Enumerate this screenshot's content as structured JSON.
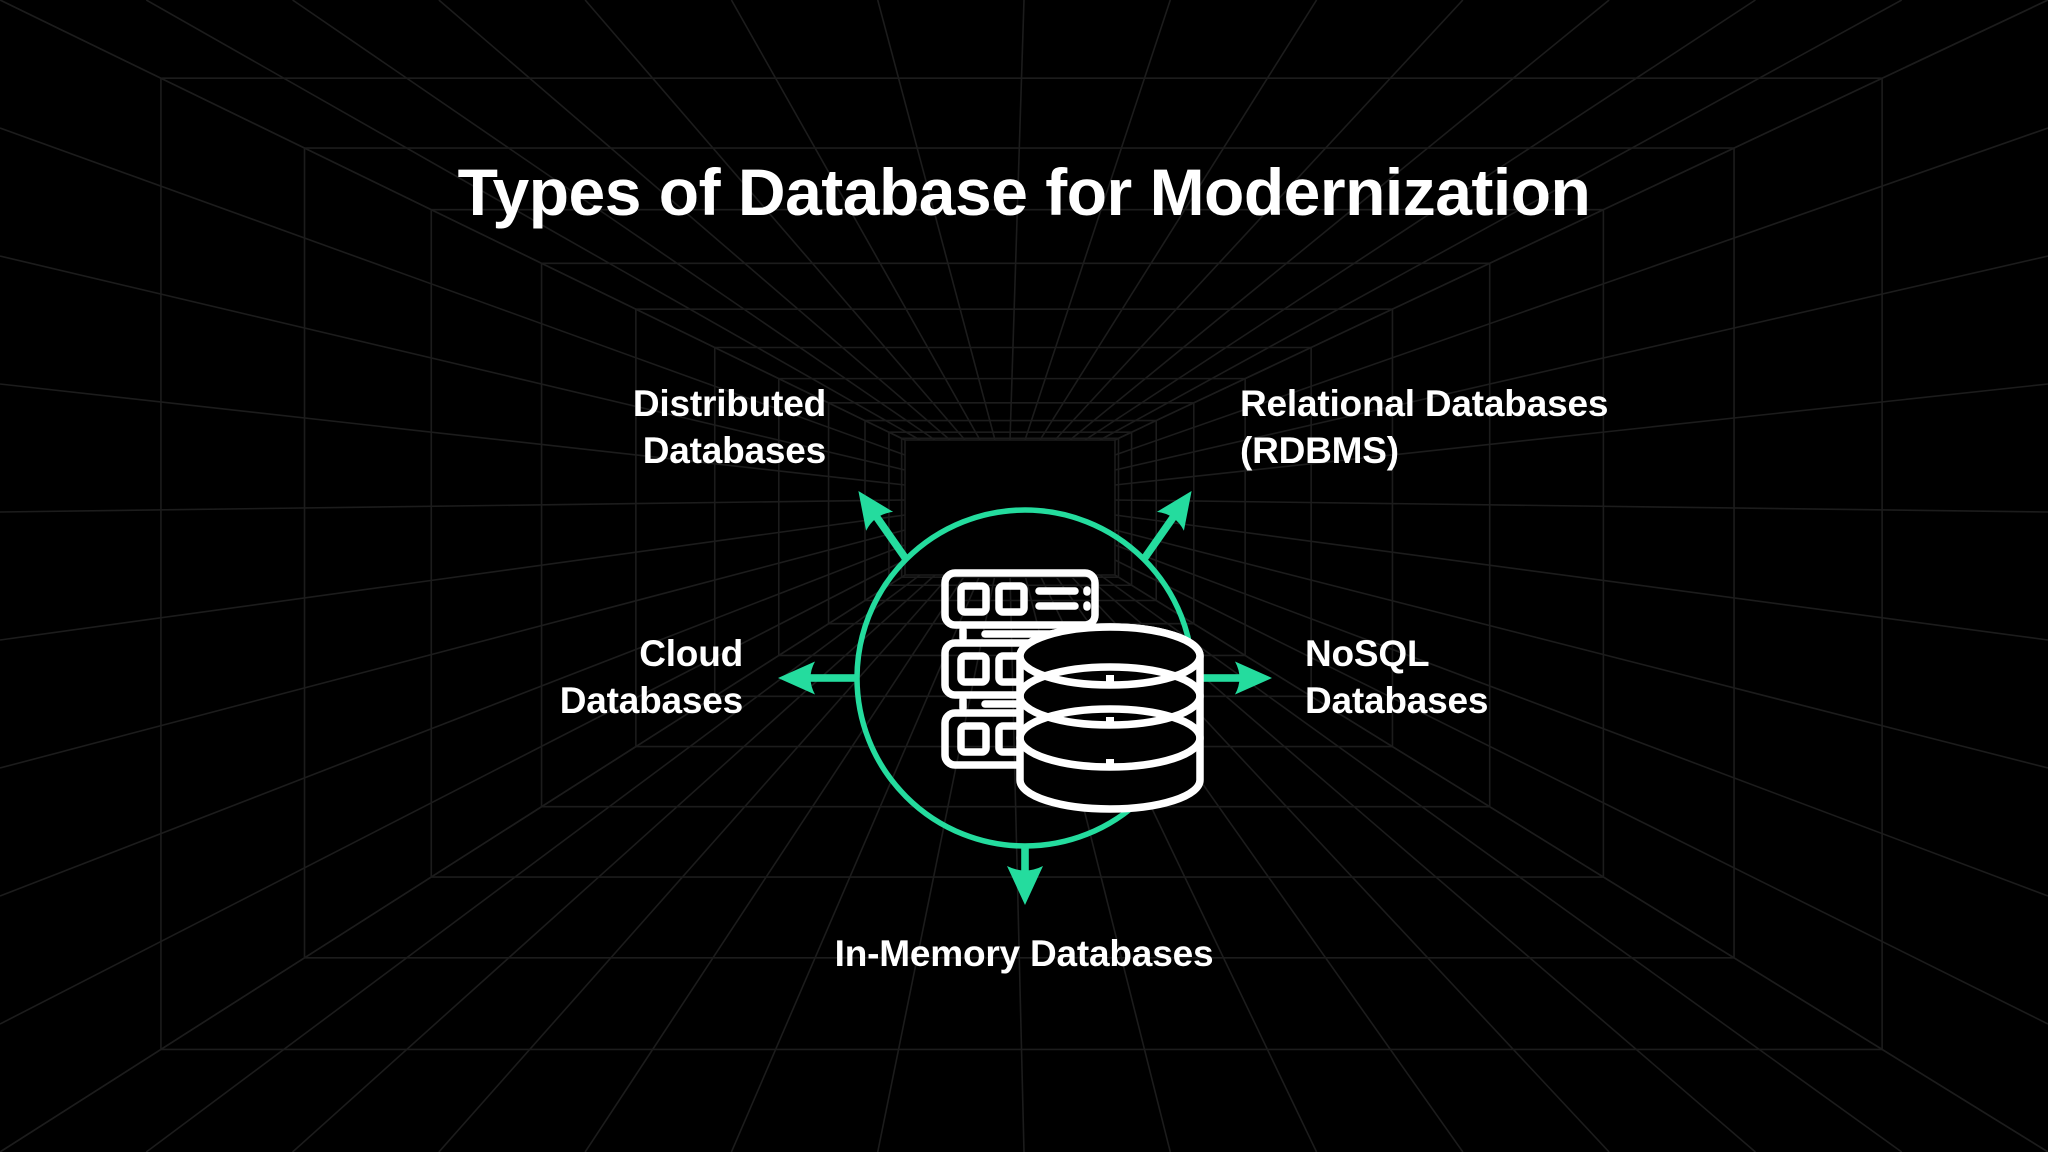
{
  "page": {
    "title": "Types of Database for Modernization",
    "background_color": "#000000",
    "accent_color": "#24DC9E",
    "text_color": "#FFFFFF",
    "grid_line_color": "#1C1C1C"
  },
  "center": {
    "icon_name": "database-server-icon",
    "circle_color": "#24DC9E"
  },
  "nodes": {
    "distributed": {
      "line1": "Distributed",
      "line2": "Databases",
      "full": "Distributed Databases",
      "direction": "up-left"
    },
    "relational": {
      "line1": "Relational Databases",
      "line2": "(RDBMS)",
      "full": "Relational Databases (RDBMS)",
      "direction": "up-right"
    },
    "cloud": {
      "line1": "Cloud",
      "line2": "Databases",
      "full": "Cloud Databases",
      "direction": "left"
    },
    "nosql": {
      "line1": "NoSQL",
      "line2": "Databases",
      "full": "NoSQL Databases",
      "direction": "right"
    },
    "inmemory": {
      "line1": "In-Memory Databases",
      "full": "In-Memory Databases",
      "direction": "down"
    }
  }
}
